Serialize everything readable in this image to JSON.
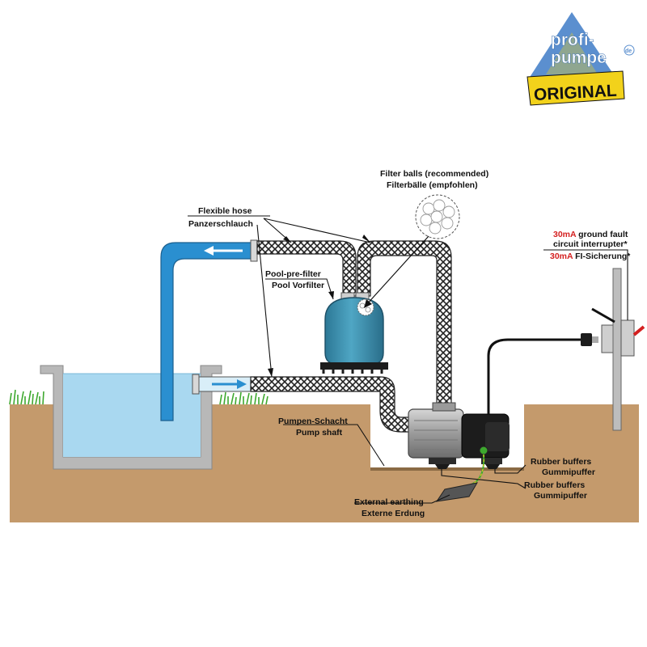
{
  "logo": {
    "line1": "profi-",
    "line2": "pumpe",
    "superscript": "de",
    "badge": "ORIGINAL"
  },
  "labels": {
    "filter_balls_en": "Filter balls (recommended)",
    "filter_balls_de": "Filterbälle (empfohlen)",
    "hose_en": "Flexible hose",
    "hose_de": "Panzerschlauch",
    "prefilter_en": "Pool-pre-filter",
    "prefilter_de": "Pool Vorfilter",
    "shaft_de": "Pumpen-Schacht",
    "shaft_en": "Pump shaft",
    "earthing_en": "External earthing",
    "earthing_de": "Externe Erdung",
    "buffers1_en": "Rubber buffers",
    "buffers1_de": "Gummipuffer",
    "buffers2_en": "Rubber buffers",
    "buffers2_de": "Gummipuffer",
    "gfci_line1_red": "30mA",
    "gfci_line1_rest": " ground fault",
    "gfci_line2": "circuit interrupter*",
    "gfci_line3_red": "30mA",
    "gfci_line3_rest": " FI-Sicherung*"
  },
  "colors": {
    "soil": "#c49a6c",
    "water": "#a9d8f0",
    "pipe_blue": "#2a8fd0",
    "pool_wall": "#b8b8b8",
    "grass": "#3da82e",
    "filter_tank": "#3a8fad",
    "accent_red": "#d42020",
    "logo_blue": "#5b8fcf",
    "logo_yellow": "#f2d21b"
  }
}
